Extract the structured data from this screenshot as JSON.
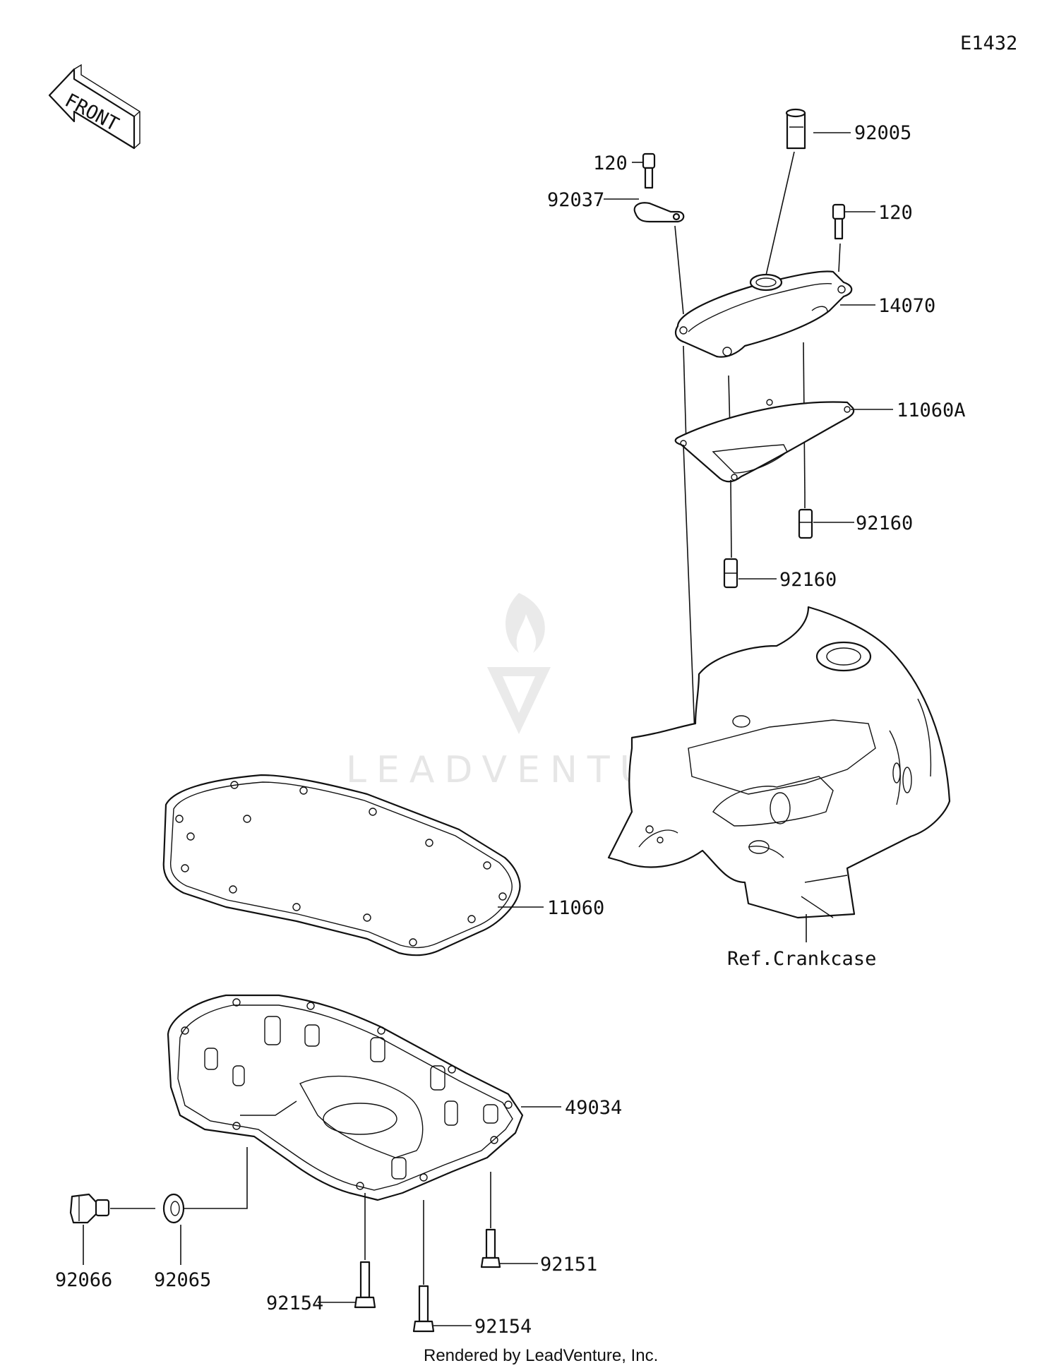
{
  "diagram_code": "E1432",
  "front_arrow_label": "FRONT",
  "watermark": "LEADVENTURE",
  "footer": "Rendered by LeadVenture, Inc.",
  "ref_label": "Ref.Crankcase",
  "callouts": {
    "p92005": "92005",
    "p120_left": "120",
    "p120_right": "120",
    "p92037": "92037",
    "p14070": "14070",
    "p11060A": "11060A",
    "p92160_right": "92160",
    "p92160_left": "92160",
    "p11060": "11060",
    "p49034": "49034",
    "p92066": "92066",
    "p92065": "92065",
    "p92151": "92151",
    "p92154_left": "92154",
    "p92154_right": "92154"
  }
}
